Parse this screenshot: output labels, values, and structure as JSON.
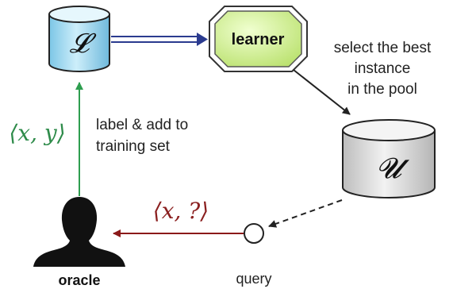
{
  "labeled_set": {
    "symbol": "𝓛"
  },
  "learner": {
    "label": "learner"
  },
  "select_text": {
    "line1": "select the best",
    "line2": "instance",
    "line3": "in the pool"
  },
  "unlabeled_pool": {
    "symbol": "𝓤"
  },
  "label_add_text": {
    "line1": "label & add to",
    "line2": "training set"
  },
  "xy_pair": {
    "text": "⟨x, y⟩"
  },
  "x_query_pair": {
    "text": "⟨x, ?⟩"
  },
  "oracle": {
    "label": "oracle"
  },
  "query": {
    "label": "query"
  },
  "colors": {
    "labeled_top": "#d9f1fb",
    "labeled_body": "#9fd8ef",
    "learner_fill": "#d6f29a",
    "learner_border": "#444444",
    "pool_fill": "#e6e6e6",
    "arrow_blue": "#2b3b8f",
    "arrow_green": "#2e9e4f",
    "arrow_red": "#8b1a1a",
    "arrow_black": "#222222",
    "math_green": "#2e8b4a",
    "math_red": "#8b2020",
    "oracle_fill": "#111111"
  }
}
